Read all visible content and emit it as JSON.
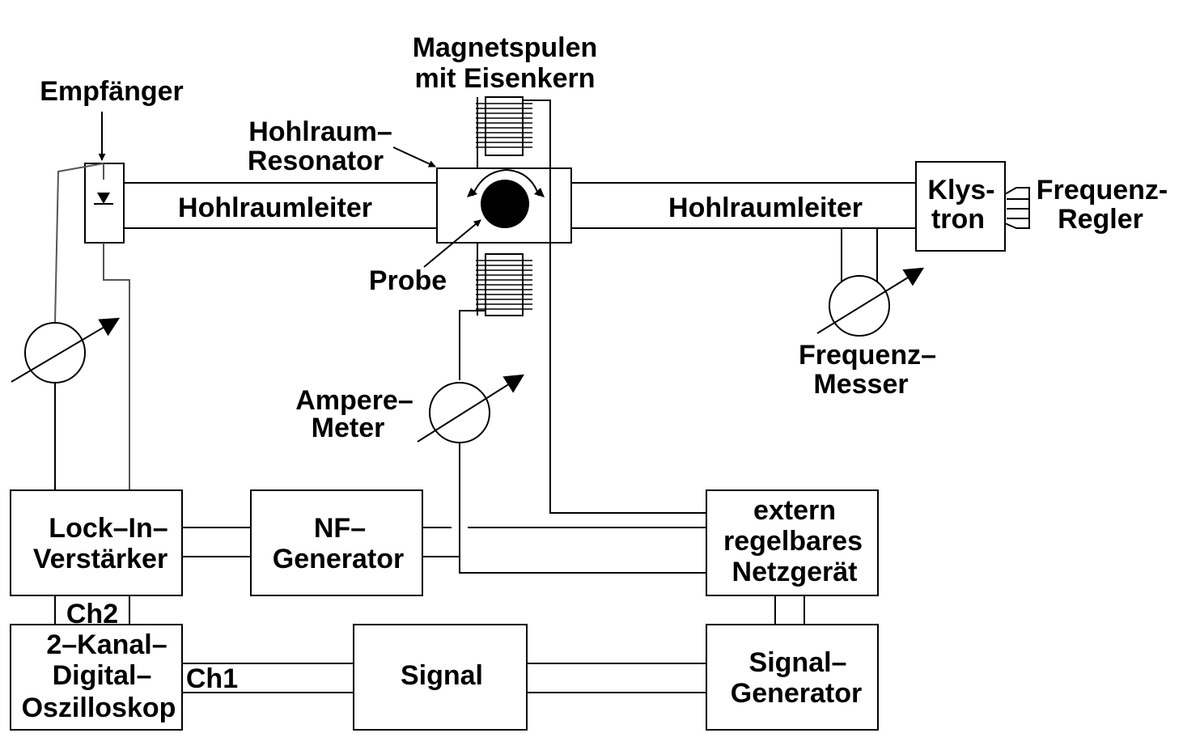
{
  "labels": {
    "empfaenger": "Empfänger",
    "magnetspulen_1": "Magnetspulen",
    "magnetspulen_2": "mit Eisenkern",
    "resonator_1": "Hohlraum–",
    "resonator_2": "Resonator",
    "hohlraumleiter_left": "Hohlraumleiter",
    "hohlraumleiter_right": "Hohlraumleiter",
    "probe": "Probe",
    "klystron_1": "Klys-",
    "klystron_2": "tron",
    "freqregler_1": "Frequenz-",
    "freqregler_2": "Regler",
    "freqmesser_1": "Frequenz–",
    "freqmesser_2": "Messer",
    "amperemeter_1": "Ampere–",
    "amperemeter_2": "Meter",
    "lockin_1": "Lock–In–",
    "lockin_2": "Verstärker",
    "nf_1": "NF–",
    "nf_2": "Generator",
    "netzgeraet_1": "extern",
    "netzgeraet_2": "regelbares",
    "netzgeraet_3": "Netzgerät",
    "ch2": "Ch2",
    "ch1": "Ch1",
    "oszi_1": "2–Kanal–",
    "oszi_2": "Digital–",
    "oszi_3": "Oszilloskop",
    "signal": "Signal",
    "siggen_1": "Signal–",
    "siggen_2": "Generator"
  }
}
